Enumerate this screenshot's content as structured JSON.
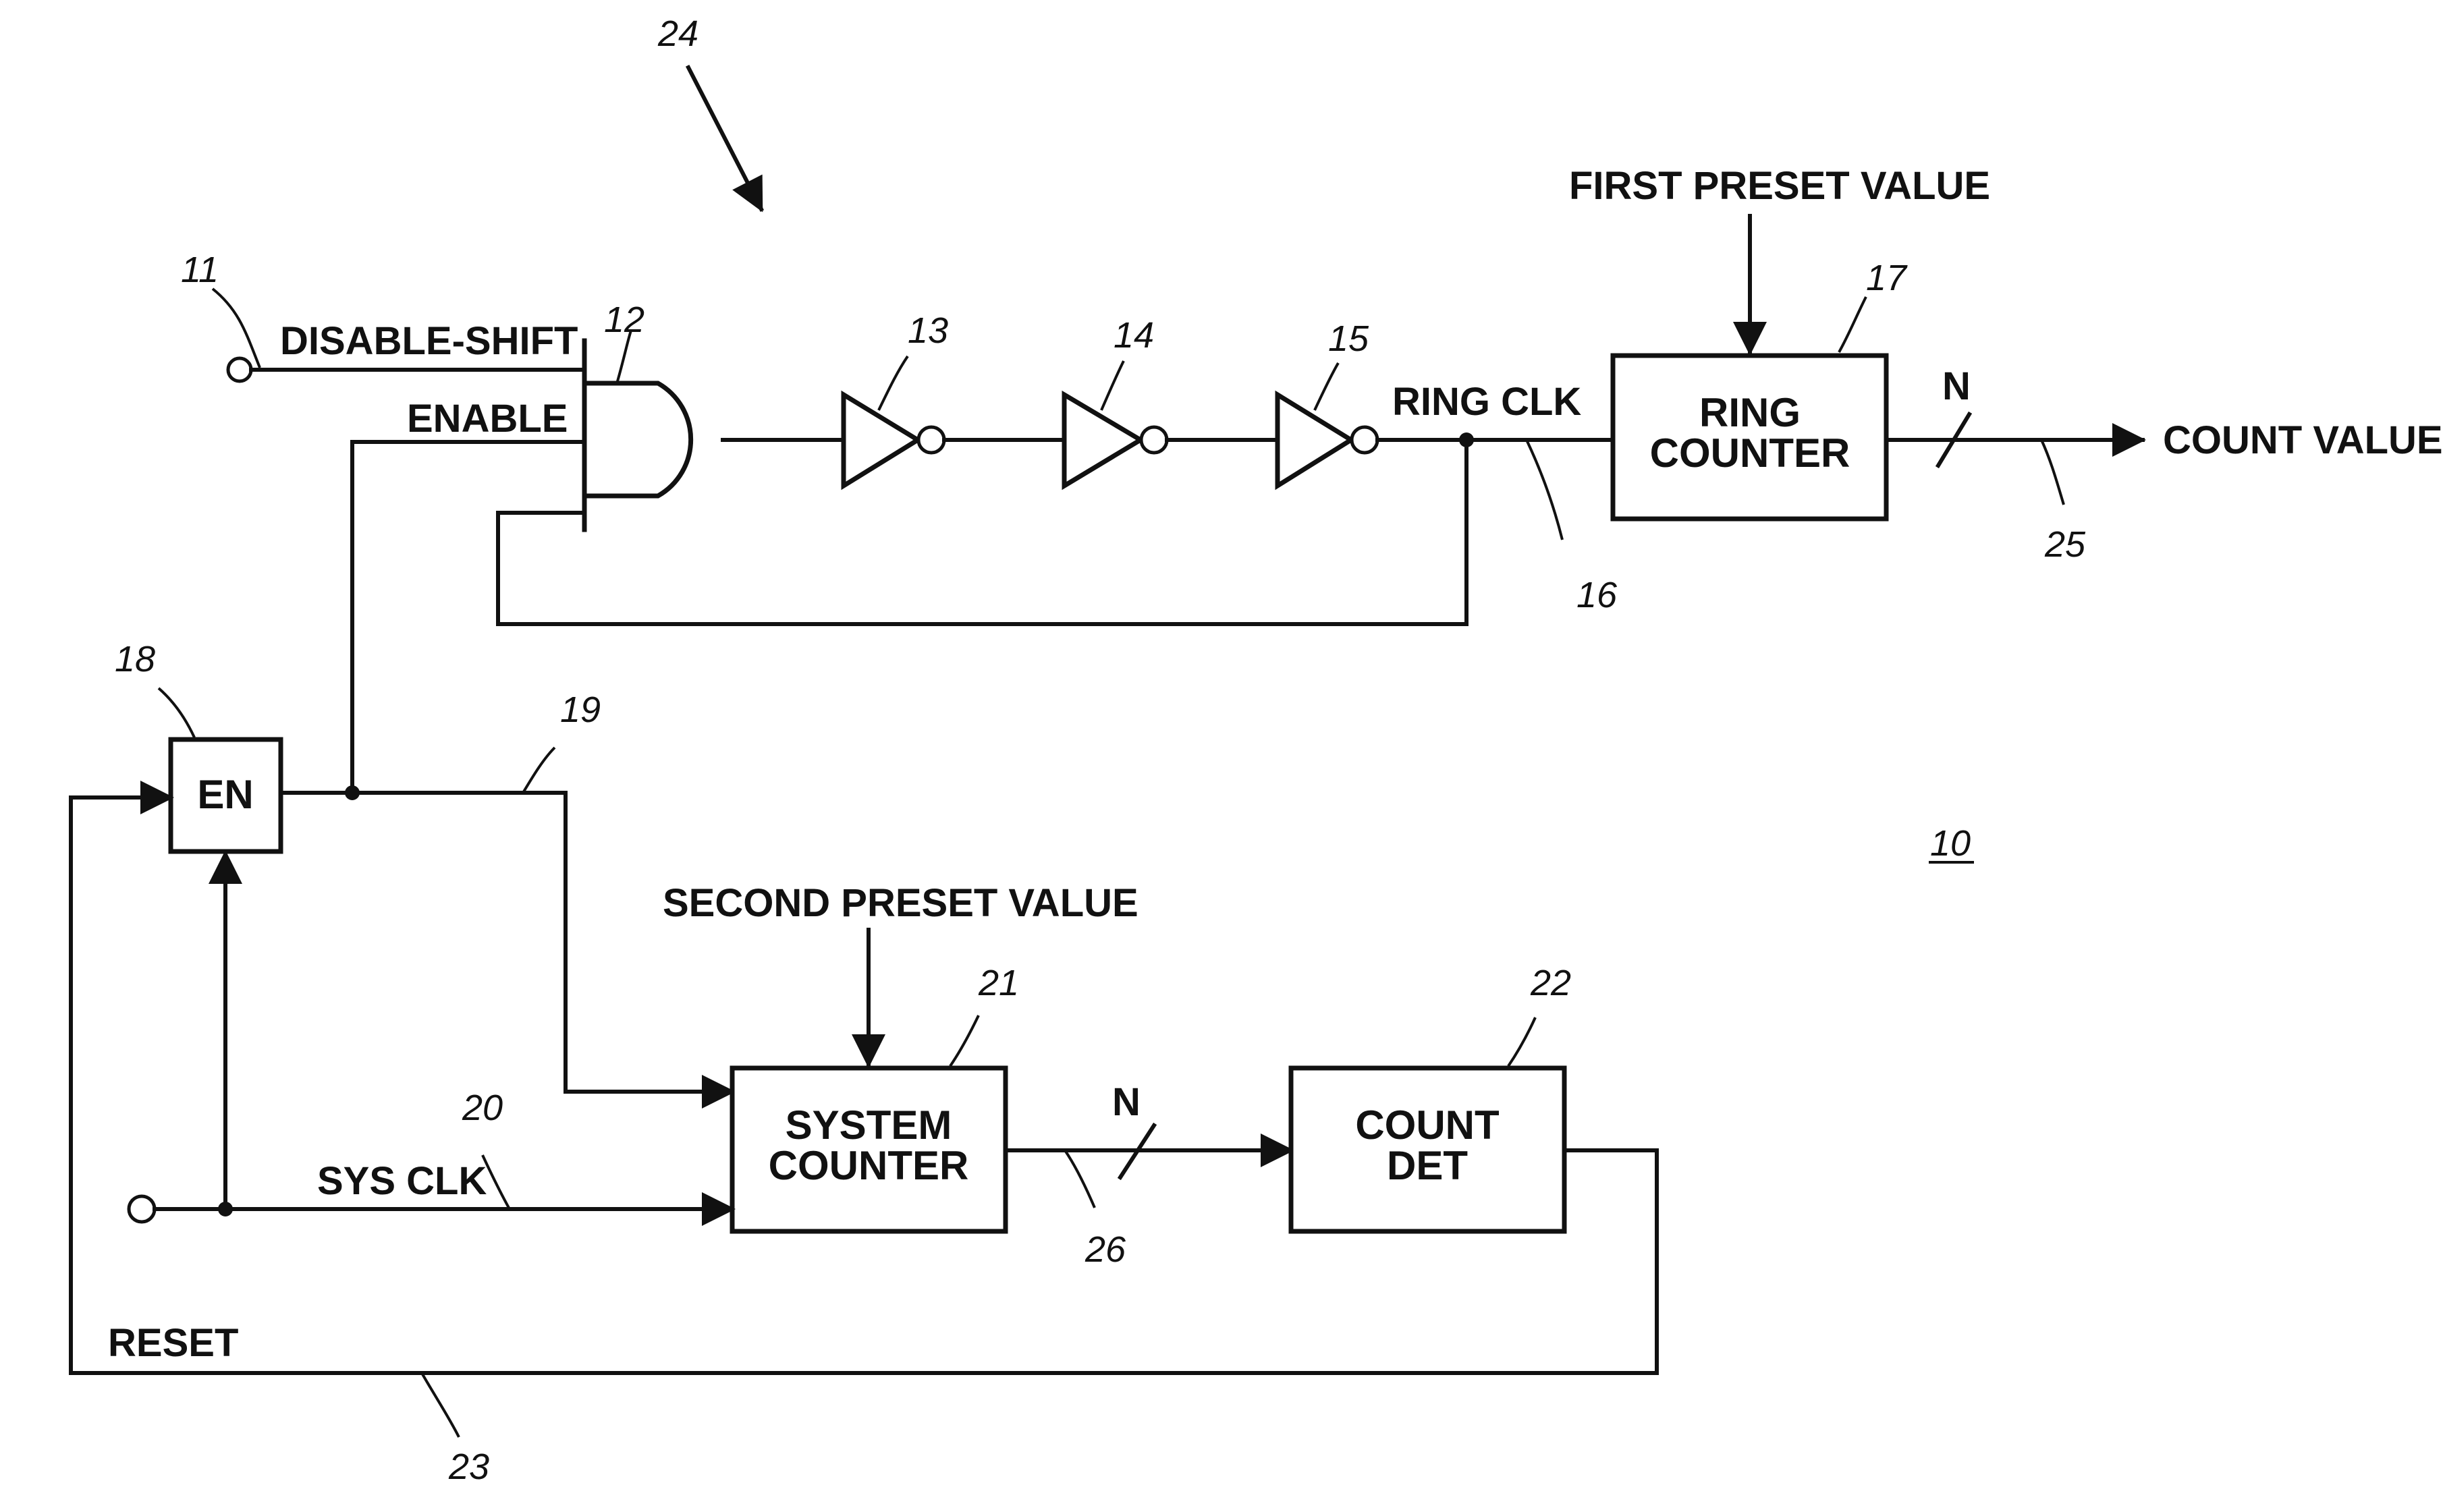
{
  "figure_number": "10",
  "signals": {
    "disable_shift": "DISABLE-SHIFT",
    "enable": "ENABLE",
    "ring_clk": "RING CLK",
    "count_value": "COUNT VALUE",
    "first_preset": "FIRST PRESET VALUE",
    "second_preset": "SECOND PRESET VALUE",
    "sys_clk": "SYS CLK",
    "reset": "RESET",
    "bus_width_top": "N",
    "bus_width_bottom": "N"
  },
  "blocks": {
    "ring_counter": [
      "RING",
      "COUNTER"
    ],
    "en": "EN",
    "system_counter": [
      "SYSTEM",
      "COUNTER"
    ],
    "count_det": [
      "COUNT",
      "DET"
    ]
  },
  "refs": {
    "r24": "24",
    "r11": "11",
    "r12": "12",
    "r13": "13",
    "r14": "14",
    "r15": "15",
    "r16": "16",
    "r17": "17",
    "r25": "25",
    "r18": "18",
    "r19": "19",
    "r20": "20",
    "r21": "21",
    "r22": "22",
    "r26": "26",
    "r23": "23"
  }
}
